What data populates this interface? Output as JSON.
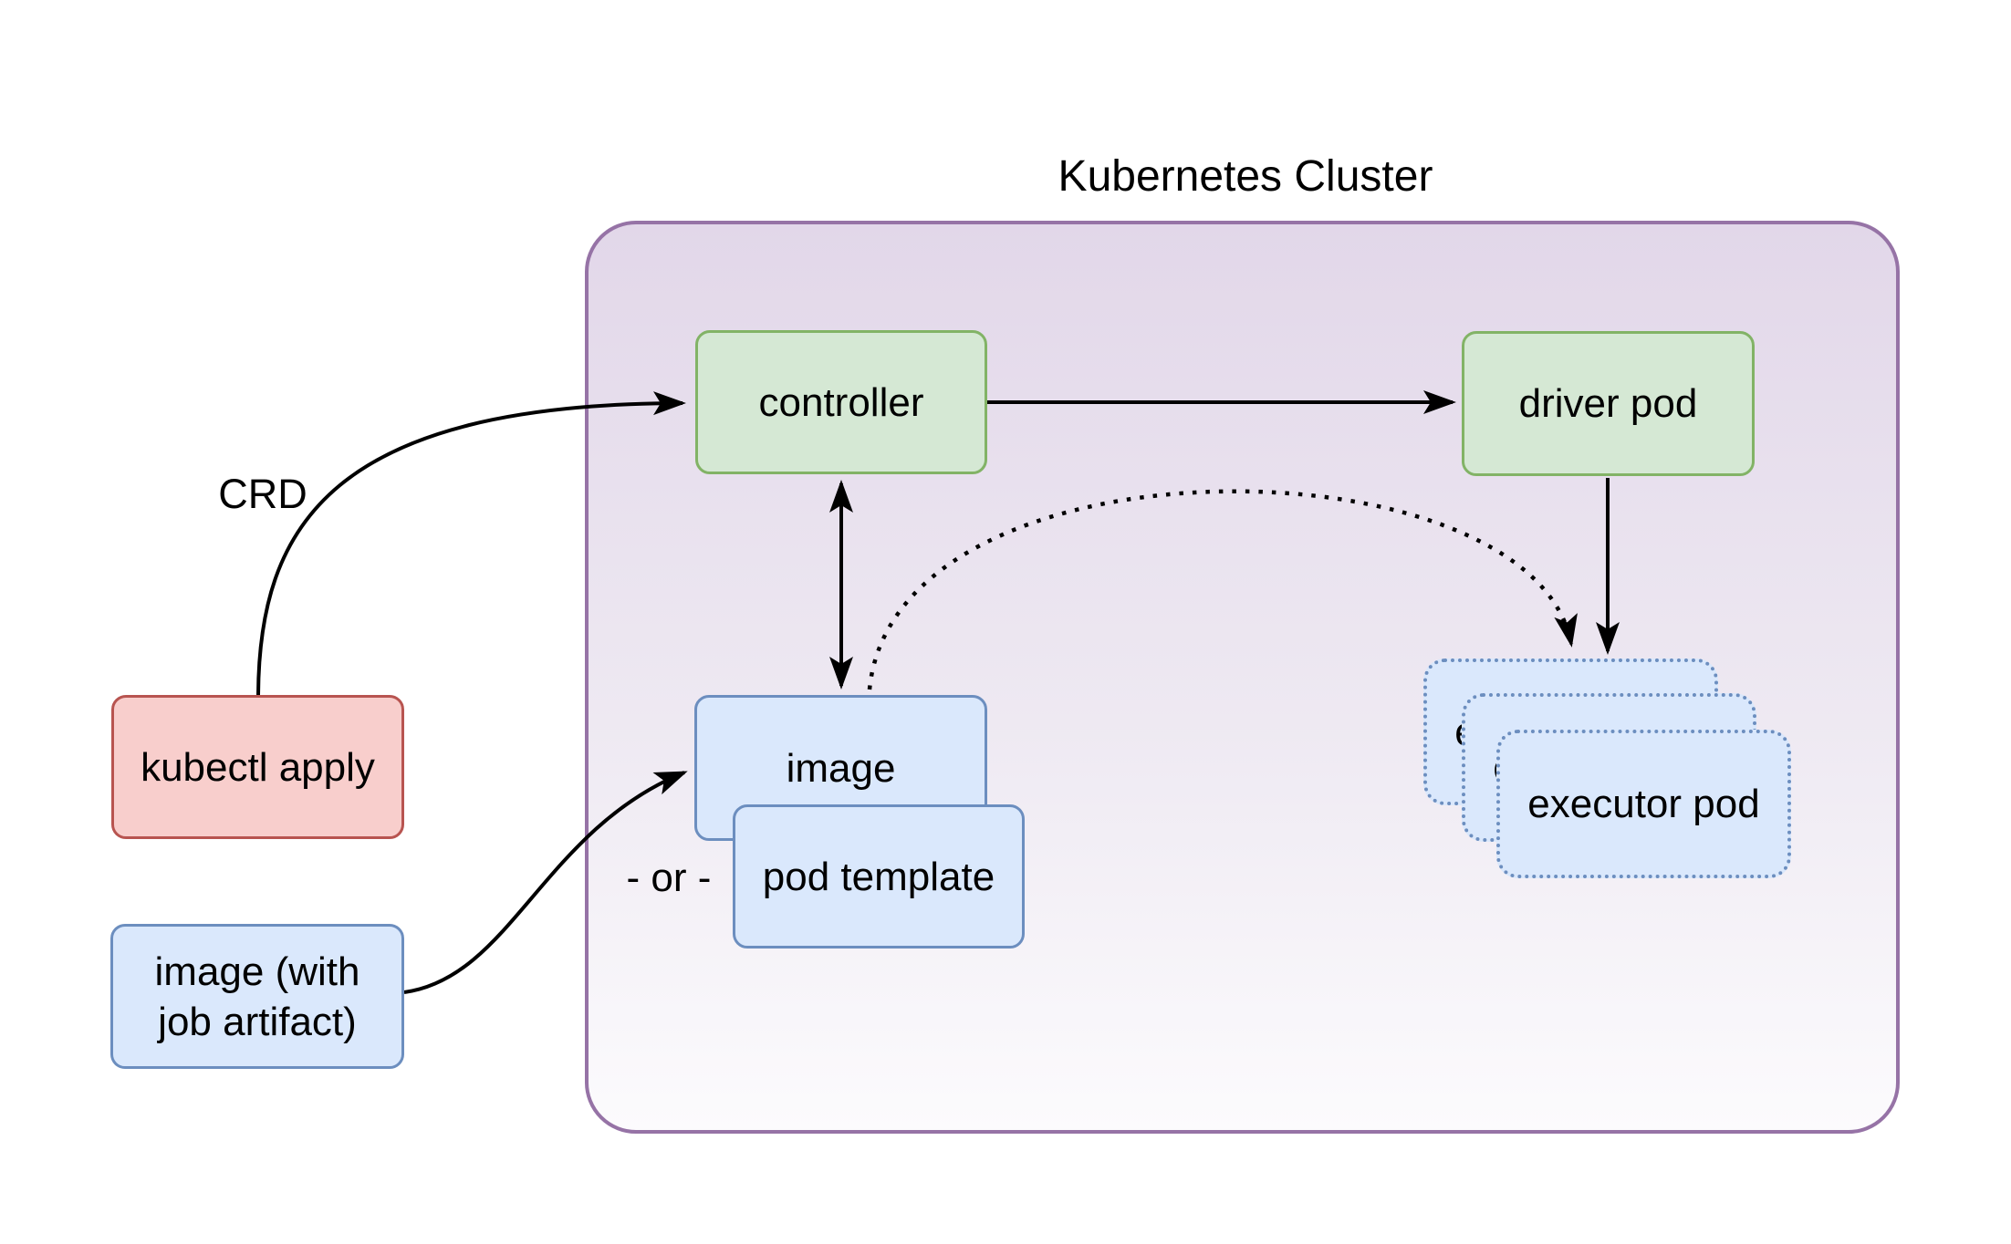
{
  "diagram": {
    "title": "Kubernetes Cluster",
    "nodes": {
      "kubectl_apply": {
        "label": "kubectl apply"
      },
      "image_artifact": {
        "label_line1": "image (with",
        "label_line2": "job artifact)"
      },
      "controller": {
        "label": "controller"
      },
      "driver_pod": {
        "label": "driver pod"
      },
      "image": {
        "label": "image"
      },
      "pod_template": {
        "label": "pod template"
      },
      "executor_pod": {
        "label": "executor pod"
      }
    },
    "edge_labels": {
      "crd": "CRD",
      "or": "- or -"
    },
    "colors": {
      "cluster_border": "#9673a6",
      "cluster_fill_top": "#e2d7e9",
      "cluster_fill_bottom": "#fcfbfd",
      "green_fill": "#d5e8d4",
      "green_border": "#82b366",
      "blue_fill": "#dae8fc",
      "blue_border": "#6c8ebf",
      "red_fill": "#f8cecc",
      "red_border": "#b85450",
      "arrow": "#000000",
      "text": "#000000"
    }
  }
}
